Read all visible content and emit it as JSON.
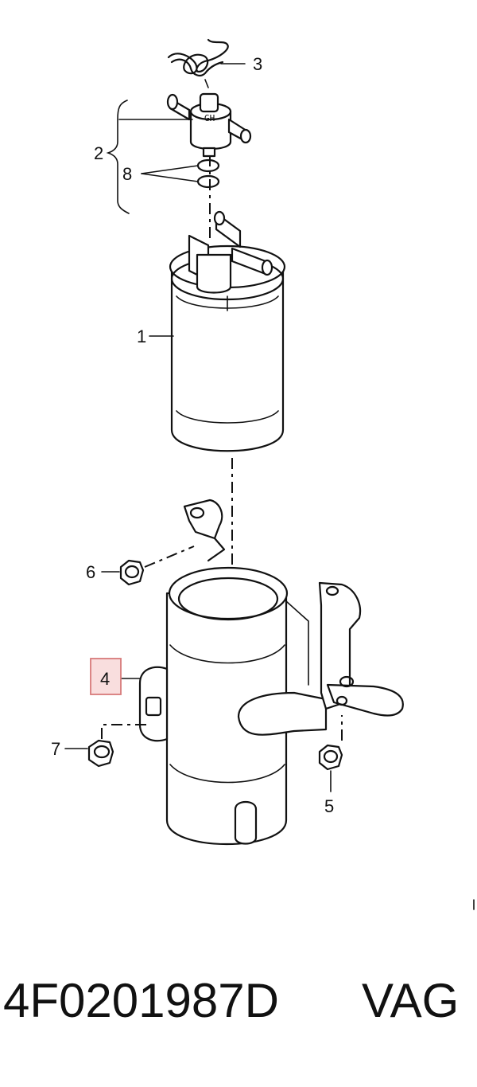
{
  "callouts": {
    "c1": "1",
    "c2": "2",
    "c3": "3",
    "c4": "4",
    "c5": "5",
    "c6": "6",
    "c7": "7",
    "c8": "8"
  },
  "highlighted_callout": "4",
  "colors": {
    "highlight_fill": "#f9dede",
    "highlight_border": "#d77a7a"
  },
  "footer": {
    "part_number": "4F0201987D",
    "brand": "VAG"
  }
}
